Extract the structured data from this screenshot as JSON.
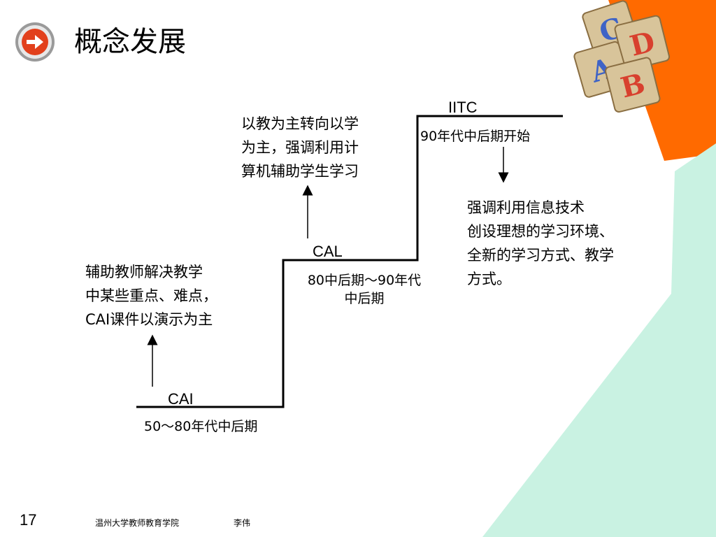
{
  "slide": {
    "title": "概念发展",
    "page_number": "17",
    "footer_org": "温州大学教师教育学院",
    "footer_author": "李伟"
  },
  "colors": {
    "orange": "#ff6a00",
    "mint": "#c9f2e2",
    "line": "#000000"
  },
  "icons": {
    "title_icon": "arrow-right-circle-icon",
    "corner": "abcd-letter-blocks-icon"
  },
  "stages": [
    {
      "name": "CAI",
      "period": "50～80年代中后期",
      "description": [
        "辅助教师解决教学",
        "中某些重点、难点，",
        "CAI课件以演示为主"
      ]
    },
    {
      "name": "CAL",
      "period_lines": [
        "80中后期～90年代",
        "中后期"
      ],
      "description": [
        "以教为主转向以学",
        "为主，强调利用计",
        "算机辅助学生学习"
      ]
    },
    {
      "name": "IITC",
      "period": "90年代中后期开始",
      "description": [
        "强调利用信息技术",
        "创设理想的学习环境、",
        "全新的学习方式、教学",
        "方式。"
      ]
    }
  ]
}
